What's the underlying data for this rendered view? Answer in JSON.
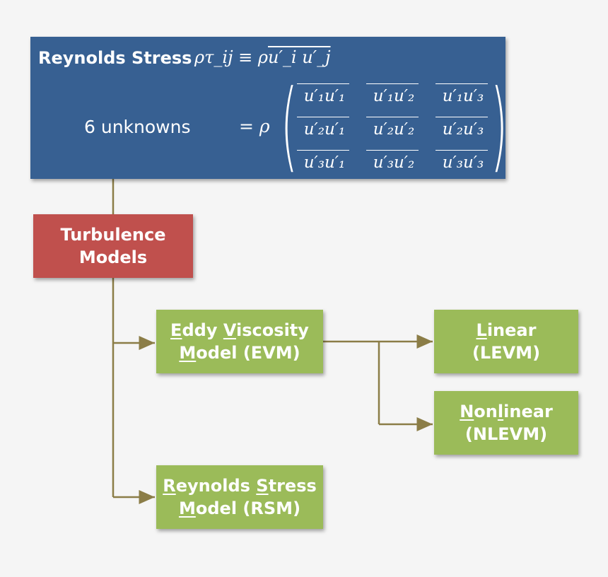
{
  "reynolds_stress": {
    "title": "Reynolds Stress",
    "definition": "ρτ_ij ≡ ρ",
    "definition_overline": "u′_i u′_j",
    "unknowns_label": "6 unknowns",
    "equals_rho": "= ρ",
    "matrix": [
      [
        "u′₁u′₁",
        "u′₁u′₂",
        "u′₁u′₃"
      ],
      [
        "u′₂u′₁",
        "u′₂u′₂",
        "u′₂u′₃"
      ],
      [
        "u′₃u′₁",
        "u′₃u′₂",
        "u′₃u′₃"
      ]
    ]
  },
  "turbulence_models": {
    "line1": "Turbulence",
    "line2": "Models"
  },
  "evm": {
    "line1": "Eddy Viscosity",
    "line2": "Model (EVM)"
  },
  "rsm": {
    "line1": "Reynolds Stress",
    "line2": "Model (RSM)"
  },
  "levm": {
    "line1": "Linear",
    "line2": "(LEVM)"
  },
  "nlevm": {
    "line1": "Nonlinear",
    "line2": "(NLEVM)"
  },
  "colors": {
    "background": "#f5f5f5",
    "reynolds_box": "#376092",
    "models_box": "#c0504d",
    "leaf_box": "#9bbb59",
    "connector": "#8b7d47"
  }
}
